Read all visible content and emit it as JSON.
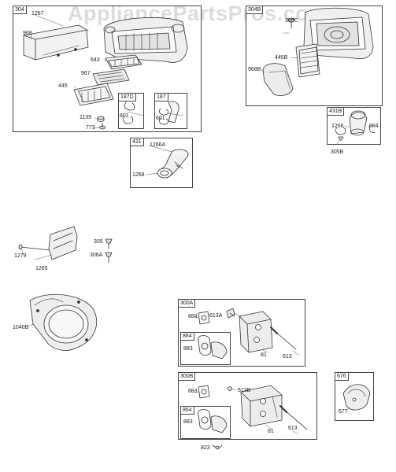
{
  "watermark": "AppliancePartsPros.com",
  "groups": {
    "g304": "304",
    "g304B": "304B",
    "g187D": "187D",
    "g187": "187",
    "g431": "431",
    "g431B": "431B",
    "g300A": "300A",
    "g864a": "864",
    "g300B": "300B",
    "g864b": "864",
    "g676": "676"
  },
  "labels": {
    "p1267": "1267",
    "p968": "968",
    "p643": "643",
    "p967": "967",
    "p445": "445",
    "p1139": "1139",
    "p773": "773",
    "p601a": "601",
    "p601b": "601",
    "p1266A": "1266A",
    "p1268": "1268",
    "p305C": "305C",
    "p445B": "445B",
    "p968B": "968B",
    "p1266": "1266",
    "p984": "984",
    "p305B": "305B",
    "p1279": "1279",
    "p1265": "1265",
    "p305": "305",
    "p306A": "306A",
    "p1040B": "1040B",
    "p883a": "883",
    "p613A": "613A",
    "p883b": "883",
    "p81a": "81",
    "p613a": "613",
    "p883c": "883",
    "p613B": "613B",
    "p883d": "883",
    "p81b": "81",
    "p613b": "613",
    "p823": "823",
    "p677": "677"
  }
}
